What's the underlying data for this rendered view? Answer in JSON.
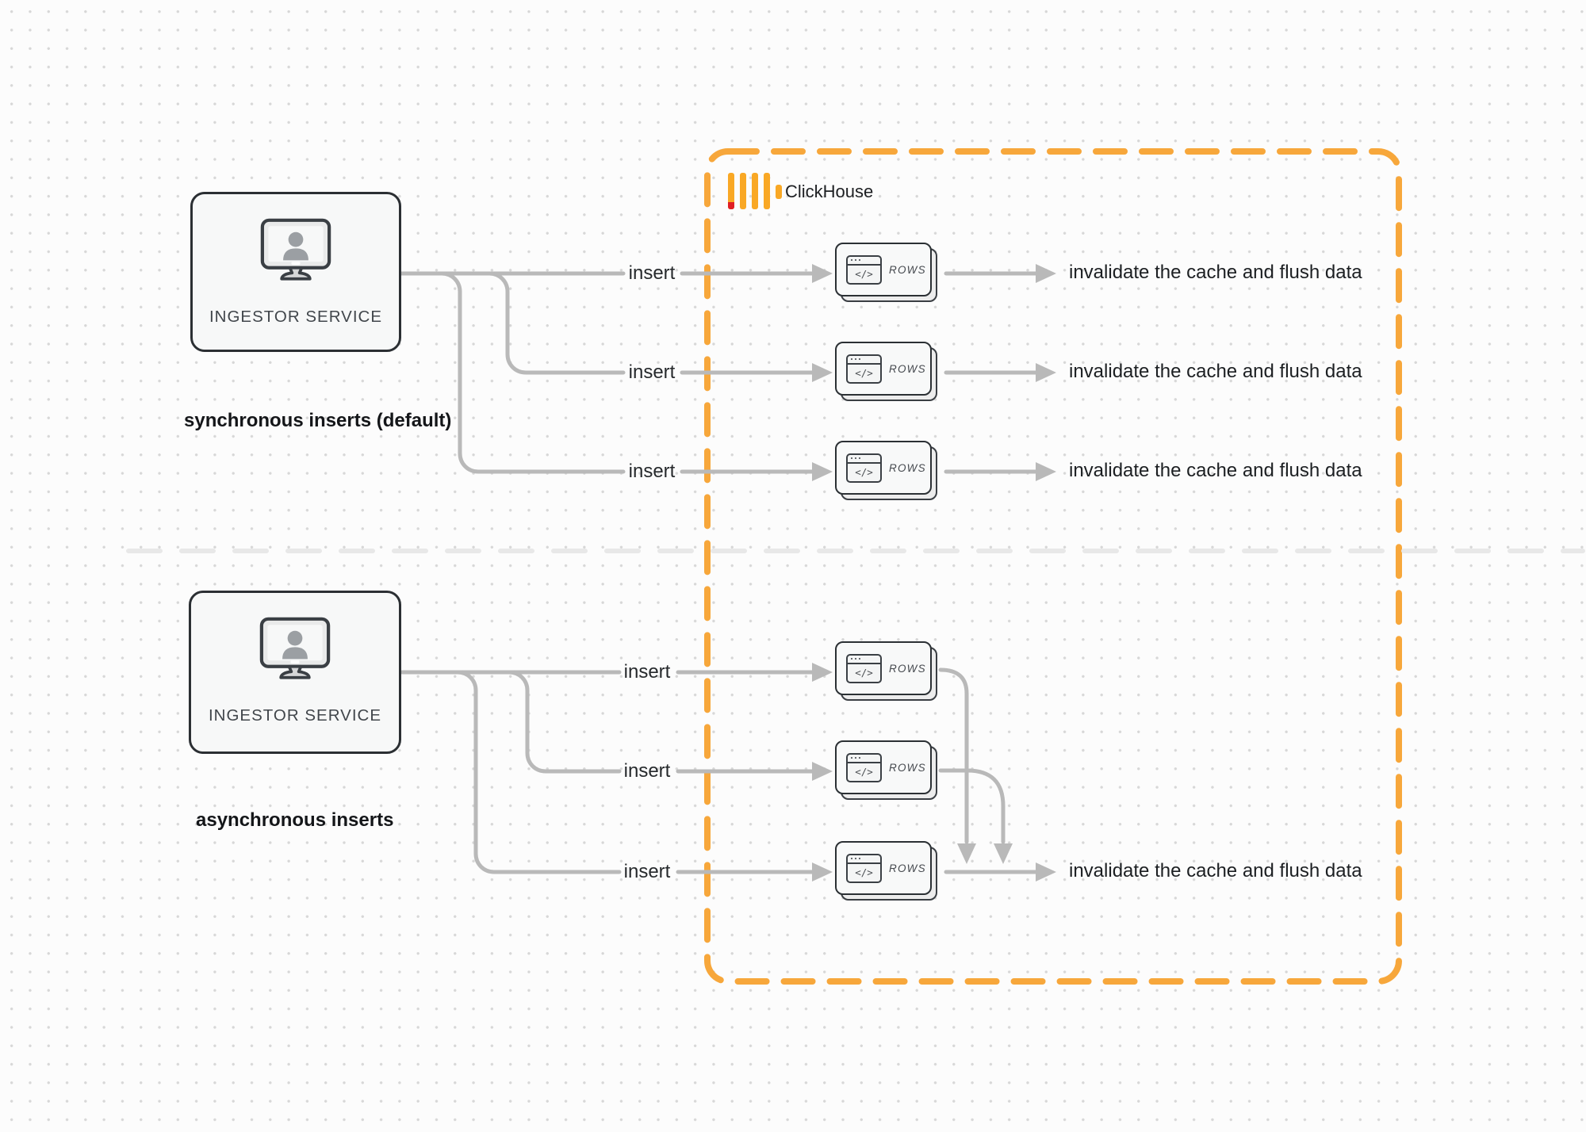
{
  "clickhouse": {
    "title": "ClickHouse"
  },
  "colors": {
    "accent_orange": "#f7a73b",
    "logo_yellow": "#f9a825",
    "logo_red": "#e01e24",
    "connector_gray": "#b9b9b9",
    "node_border_dark": "#2b2f33",
    "divider_gray": "#e8e8e8"
  },
  "sync": {
    "service_label": "INGESTOR SERVICE",
    "caption": "synchronous inserts (default)",
    "rows": [
      {
        "insert": "insert",
        "rows": "ROWS",
        "glyph": "</>",
        "result": "invalidate the cache and flush data"
      },
      {
        "insert": "insert",
        "rows": "ROWS",
        "glyph": "</>",
        "result": "invalidate the cache and flush data"
      },
      {
        "insert": "insert",
        "rows": "ROWS",
        "glyph": "</>",
        "result": "invalidate the cache and flush data"
      }
    ]
  },
  "async": {
    "service_label": "INGESTOR SERVICE",
    "caption": "asynchronous inserts",
    "rows": [
      {
        "insert": "insert",
        "rows": "ROWS",
        "glyph": "</>"
      },
      {
        "insert": "insert",
        "rows": "ROWS",
        "glyph": "</>"
      },
      {
        "insert": "insert",
        "rows": "ROWS",
        "glyph": "</>",
        "result": "invalidate the cache and flush data"
      }
    ]
  }
}
